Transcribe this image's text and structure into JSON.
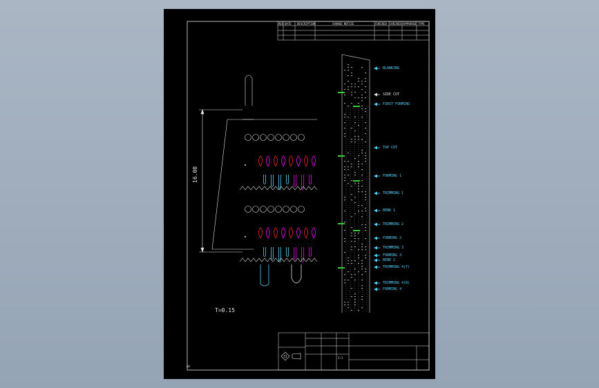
{
  "title_block": {
    "header_cells": [
      "REV",
      "DATE",
      "DESCRIPTION",
      "CHANGE NOTICE",
      "CHECKED",
      "CHECKED",
      "APPROVED",
      "TYPE"
    ],
    "date_label": "",
    "approved_label": "",
    "sheet_label": "",
    "scale_label": "1:1",
    "drawn_label": "",
    "file_label": ""
  },
  "dimension": {
    "height_text": "16.00"
  },
  "thickness_note": "T=0.15",
  "stations": [
    {
      "label": "BLANKING",
      "color": "#4fd4ff"
    },
    {
      "label": "SIDE CUT",
      "color": "#e8e8e8"
    },
    {
      "label": "FIRST FORMING",
      "color": "#4fd4ff"
    },
    {
      "label": "TOP CUT",
      "color": "#4fd4ff"
    },
    {
      "label": "FORMING 1",
      "color": "#4fd4ff"
    },
    {
      "label": "TRIMMING 1",
      "color": "#4fd4ff"
    },
    {
      "label": "BEND 1",
      "color": "#4fd4ff"
    },
    {
      "label": "TRIMMING 2",
      "color": "#4fd4ff"
    },
    {
      "label": "FORMING 2",
      "color": "#4fd4ff"
    },
    {
      "label": "TRIMMING 3",
      "color": "#4fd4ff"
    },
    {
      "label": "FORMING 3",
      "color": "#4fd4ff"
    },
    {
      "label": "BEND 2",
      "color": "#4fd4ff"
    },
    {
      "label": "TRIMMING 4(T)",
      "color": "#4fd4ff"
    },
    {
      "label": "TRIMMING 4(B)",
      "color": "#4fd4ff"
    },
    {
      "label": "FORMING 4",
      "color": "#4fd4ff"
    }
  ],
  "corner_mark": "A4",
  "colors": {
    "sheet": "#000000",
    "frame": "#e8e8e8",
    "cyan": "#4fd4ff",
    "magenta": "#ff00ff",
    "red": "#ff2020",
    "green": "#30d030"
  }
}
